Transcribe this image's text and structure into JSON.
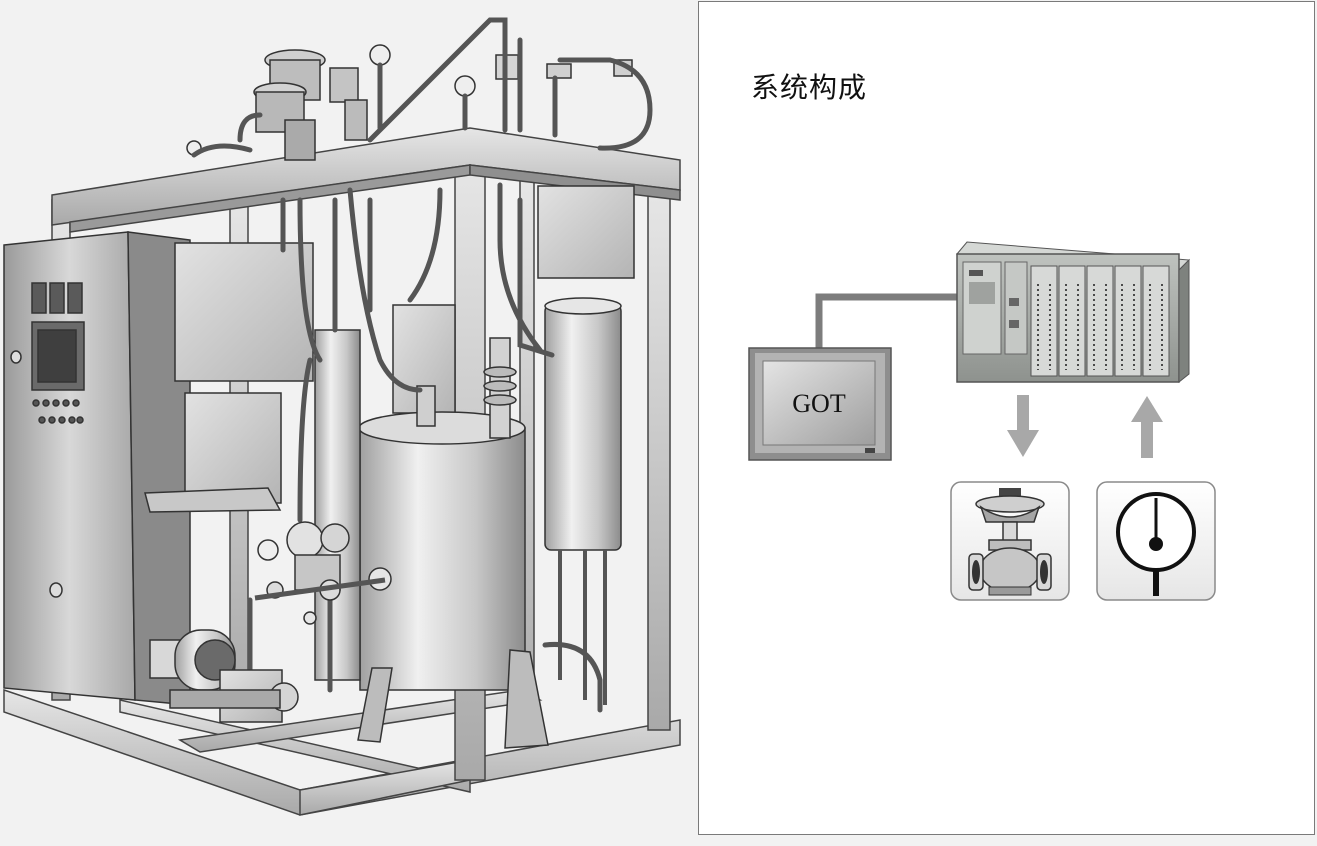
{
  "panel": {
    "title": "系统构成"
  },
  "diagram": {
    "got_label": "GOT",
    "nodes": [
      {
        "id": "got",
        "kind": "touch-panel-display"
      },
      {
        "id": "plc",
        "kind": "plc-rack"
      },
      {
        "id": "valve",
        "kind": "control-valve"
      },
      {
        "id": "sensor",
        "kind": "temperature-sensor"
      }
    ],
    "links": [
      {
        "from": "got",
        "to": "plc",
        "style": "line"
      },
      {
        "from": "plc",
        "to": "valve",
        "style": "arrow-down"
      },
      {
        "from": "sensor",
        "to": "plc",
        "style": "arrow-up"
      }
    ]
  },
  "illustration": {
    "subject": "process-skid-machine"
  }
}
